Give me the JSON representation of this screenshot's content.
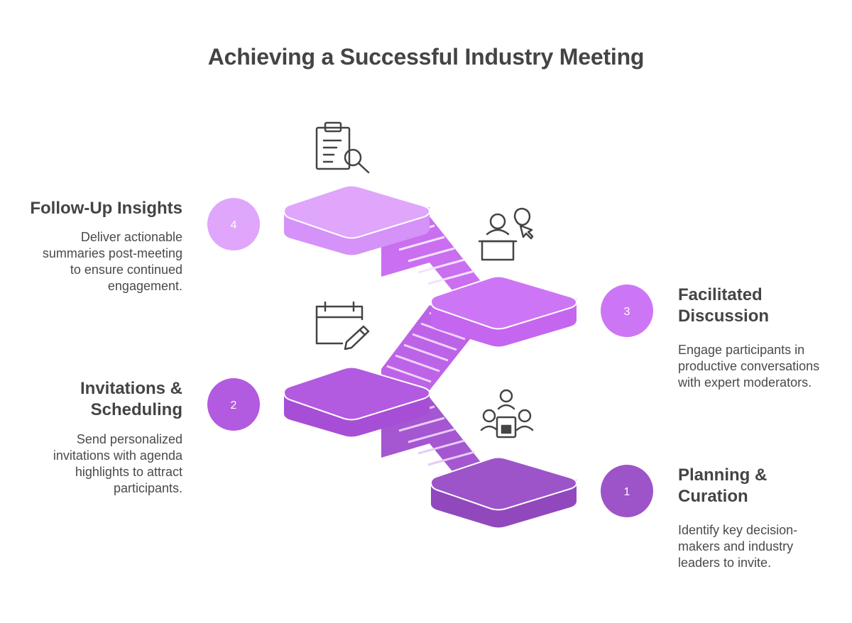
{
  "title": "Achieving a Successful Industry Meeting",
  "colors": {
    "step1": "#9b52c6",
    "step2": "#b45de1",
    "step3": "#cc72f4",
    "step4": "#dda2fb",
    "icon_stroke": "#444444"
  },
  "steps": [
    {
      "number": "1",
      "heading_lines": [
        "Planning &",
        "Curation"
      ],
      "desc_lines": [
        "Identify key decision-",
        "makers and industry",
        "leaders to invite."
      ],
      "icon": "meeting-table-icon"
    },
    {
      "number": "2",
      "heading_lines": [
        "Invitations &",
        "Scheduling"
      ],
      "desc_lines": [
        "Send personalized",
        "invitations with agenda",
        "highlights to attract",
        "participants."
      ],
      "icon": "calendar-edit-icon"
    },
    {
      "number": "3",
      "heading_lines": [
        "Facilitated",
        "Discussion"
      ],
      "desc_lines": [
        "Engage participants in",
        "productive conversations",
        "with expert moderators."
      ],
      "icon": "speaker-podium-icon"
    },
    {
      "number": "4",
      "heading_lines": [
        "Follow-Up Insights"
      ],
      "desc_lines": [
        "Deliver actionable",
        "summaries post-meeting",
        "to ensure continued",
        "engagement."
      ],
      "icon": "clipboard-search-icon"
    }
  ]
}
